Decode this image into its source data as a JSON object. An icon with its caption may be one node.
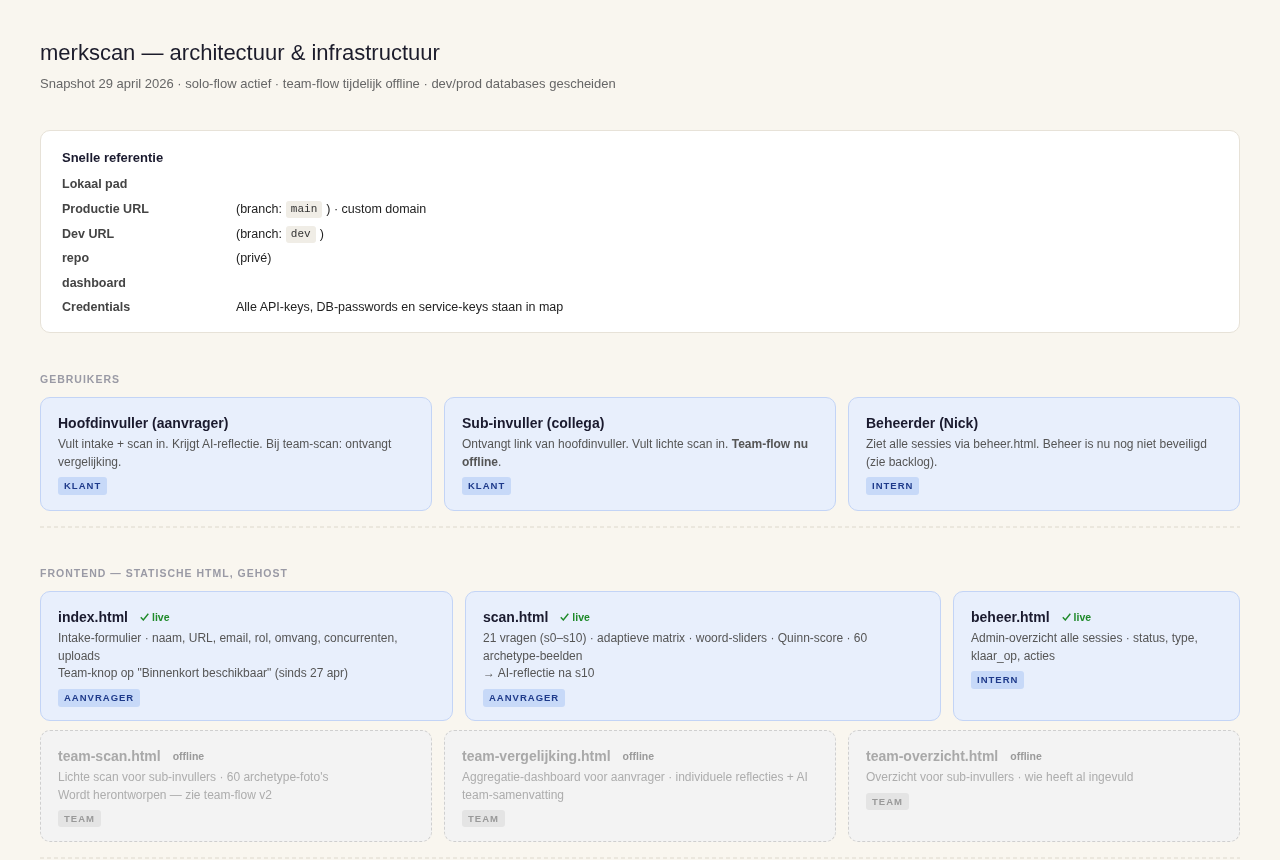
{
  "diagram": {
    "title": "merkscan — architectuur & infrastructuur",
    "nodes": [
      {
        "text": [
          "Snelle referentie"
        ]
      },
      {
        "text": [
          "Hoofdinvuller (aanvrager)",
          "Vult intake + scan in. Krijgt AI-reflectie. Bij team-scan: ontvangt vergelijking.",
          "KLANT"
        ]
      },
      {
        "text": [
          "Sub-invuller (collega)",
          "Ontvangt link van hoofdinvuller. Vult lichte scan in. **Team-flow nu offline**.",
          "KLANT"
        ]
      },
      {
        "text": [
          "Beheerder (Nick)",
          "Ziet alle sessies via beheer.html. Beheer is nu nog niet beveiligd (zie backlog).",
          "INTERN"
        ]
      },
      {
        "text": [
          "index.html",
          "live",
          "Intake-formulier · naam, URL, email, rol, omvang, concurrenten, uploads",
          "Team-knop op \"Binnenkort beschikbaar\" (sinds 27 apr)",
          "AANVRAGER"
        ]
      },
      {
        "text": [
          "scan.html",
          "live",
          "21 vragen (s0–s10) · adaptieve matrix · woord-sliders · Quinn-score · 60 archetype-beelden",
          "→ AI-reflectie na s10",
          "AANVRAGER"
        ]
      },
      {
        "text": [
          "beheer.html",
          "live",
          "Admin-overzicht alle sessies · status, type, klaar_op, acties",
          "INTERN"
        ]
      },
      {
        "text": [
          "team-scan.html",
          "offline",
          "Lichte scan voor sub-invullers · 60 archetype-foto's",
          "Wordt herontworpen — zie team-flow v2",
          "TEAM"
        ]
      },
      {
        "text": [
          "team-vergelijking.html",
          "offline",
          "Aggregatie-dashboard voor aanvrager · individuele reflecties + AI team-samenvatting",
          "TEAM"
        ]
      },
      {
        "text": [
          "team-overzicht.html",
          "offline",
          "Overzicht voor sub-invullers · wie heeft al ingevuld",
          "TEAM"
        ]
      }
    ],
    "labels": [
      "Snapshot 29 april 2026 · solo-flow actief · team-flow tijdelijk offline · dev/prod databases gescheiden",
      "Lokaal pad",
      "Productie URL",
      "(branch:",
      "main",
      ") · custom domain",
      "Dev URL",
      "(branch:",
      "dev",
      ")",
      "repo",
      "(privé)",
      "dashboard",
      "Credentials",
      "Alle API-keys, DB-passwords en service-keys staan in map",
      "GEBRUIKERS",
      "FRONTEND — STATISCHE HTML, GEHOST"
    ]
  }
}
